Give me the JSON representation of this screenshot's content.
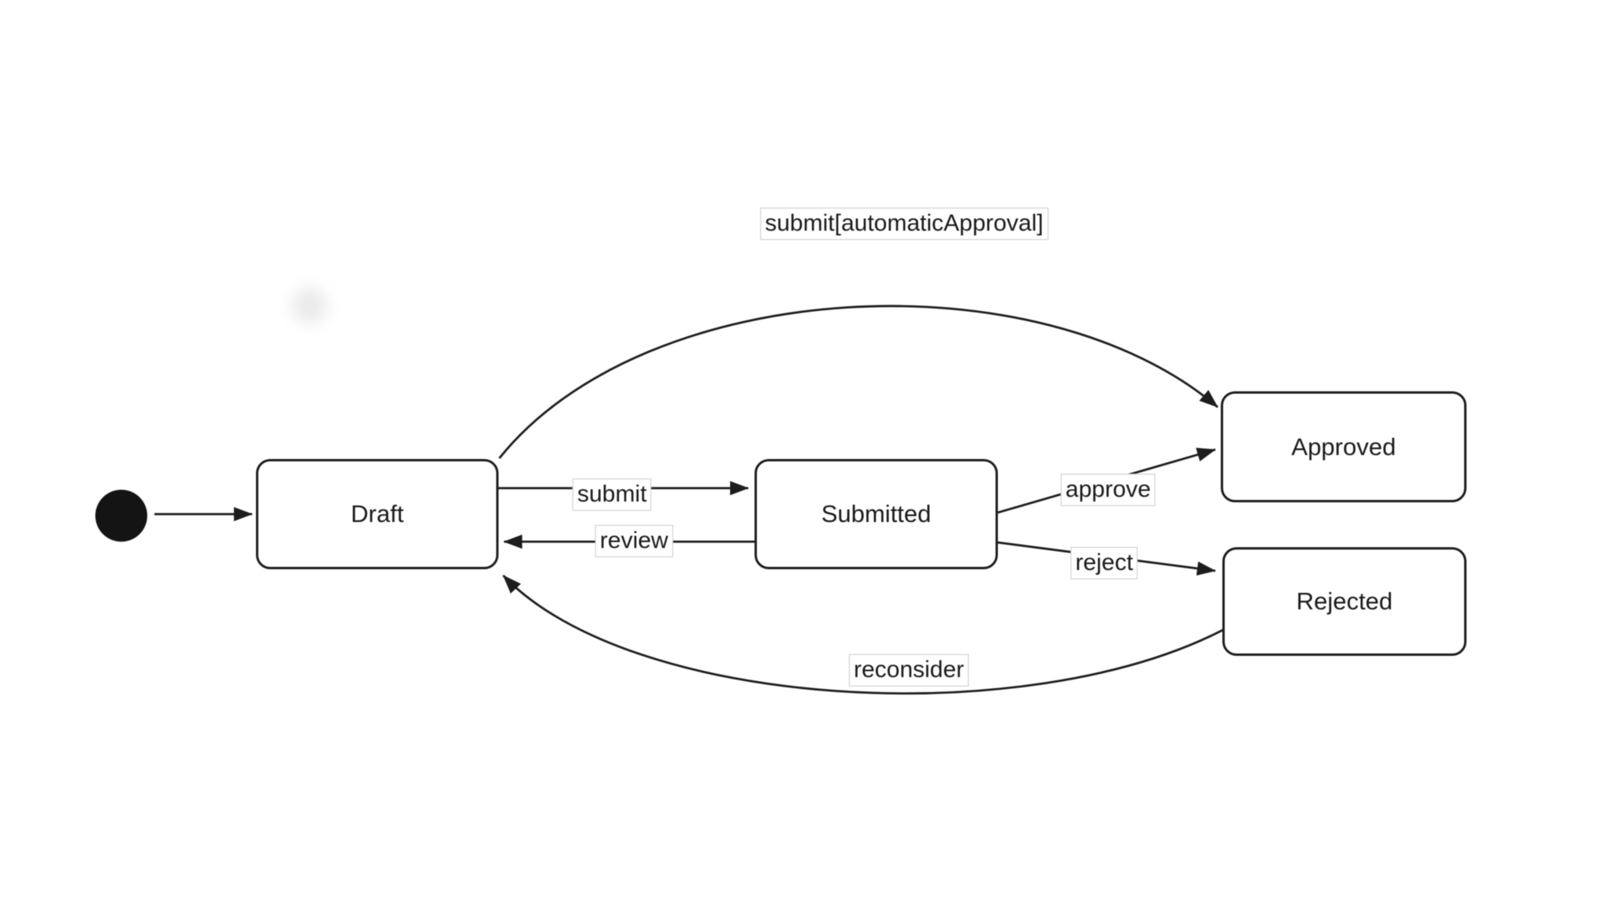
{
  "canvas": {
    "background": "#ffffff"
  },
  "colors": {
    "line": "#1d1d1d",
    "text": "#1a1a1a",
    "state_fill": "#ffffff",
    "label_border": "#c9c9c9",
    "initial_dot": "#141414"
  },
  "diagram": {
    "type": "uml-state-machine",
    "initial": {
      "marker": "filled-circle"
    },
    "states": [
      {
        "name": "Draft"
      },
      {
        "name": "Submitted"
      },
      {
        "name": "Approved"
      },
      {
        "name": "Rejected"
      }
    ],
    "transitions": [
      {
        "from": "initial",
        "to": "Draft",
        "label": ""
      },
      {
        "from": "Draft",
        "to": "Submitted",
        "label": "submit"
      },
      {
        "from": "Submitted",
        "to": "Draft",
        "label": "review"
      },
      {
        "from": "Submitted",
        "to": "Approved",
        "label": "approve"
      },
      {
        "from": "Submitted",
        "to": "Rejected",
        "label": "reject"
      },
      {
        "from": "Rejected",
        "to": "Draft",
        "label": "reconsider"
      },
      {
        "from": "Draft",
        "to": "Approved",
        "label": "submit[automaticApproval]"
      }
    ]
  }
}
